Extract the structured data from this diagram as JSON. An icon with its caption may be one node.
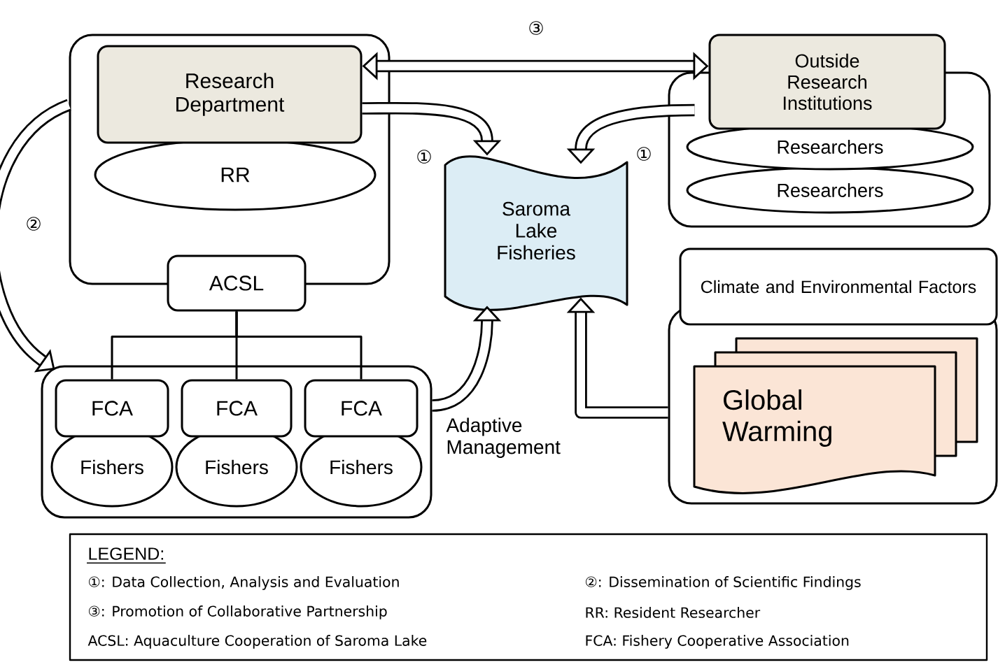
{
  "diagram": {
    "nodes": [
      {
        "text": [],
        "shape": "box"
      },
      {
        "text": [
          "Research Department"
        ],
        "in": 0
      },
      {
        "text": [
          "RR"
        ],
        "in": 0
      },
      {
        "text": [
          "ACSL"
        ]
      },
      {
        "text": [],
        "shape": "box"
      },
      {
        "text": [
          "Outside Research Institutions"
        ]
      },
      {
        "text": [
          "Researchers"
        ],
        "in": 4
      },
      {
        "text": [
          "Researchers"
        ],
        "in": 4
      },
      {
        "text": [
          "Saroma Lake Fisheries"
        ]
      },
      {
        "text": [
          "Climate and Environmental Factors"
        ]
      },
      {
        "text": [],
        "shape": "box"
      },
      {
        "text": [
          "Global Warming"
        ],
        "in": 10
      },
      {
        "text": [],
        "shape": "box",
        "beside": [
          "Adaptive Management"
        ]
      },
      {
        "text": [
          "FCA"
        ],
        "in": 12
      },
      {
        "text": [
          "FCA"
        ],
        "in": 12
      },
      {
        "text": [
          "FCA"
        ],
        "in": 12
      },
      {
        "text": [
          "Fishers"
        ],
        "in": 12
      },
      {
        "text": [
          "Fishers"
        ],
        "in": 12
      },
      {
        "text": [
          "Fishers"
        ],
        "in": 12
      }
    ],
    "edges": [
      {
        "from": 1,
        "to": 8,
        "arrow": "to",
        "label": "①"
      },
      {
        "from": 5,
        "to": 8,
        "arrow": "to",
        "label": "①"
      },
      {
        "from": 1,
        "to": 5,
        "arrow": "both",
        "label": "③"
      },
      {
        "from": 0,
        "to": 12,
        "arrow": "to",
        "label": "②"
      },
      {
        "from": 3,
        "to": 13,
        "arrow": "none"
      },
      {
        "from": 3,
        "to": 14,
        "arrow": "none"
      },
      {
        "from": 3,
        "to": 15,
        "arrow": "none"
      },
      {
        "from": 12,
        "to": 8,
        "arrow": "to"
      },
      {
        "from": 10,
        "to": 8,
        "arrow": "to"
      }
    ],
    "labels": [
      "LEGEND:",
      "①: Data Collection, Analysis and Evaluation",
      "②: Dissemination of Scientific Findings",
      "③: Promotion of Collaborative Partnership",
      "RR: Resident Researcher",
      "ACSL: Aquaculture Cooperation of Saroma Lake",
      "FCA: Fishery Cooperative Association"
    ]
  }
}
